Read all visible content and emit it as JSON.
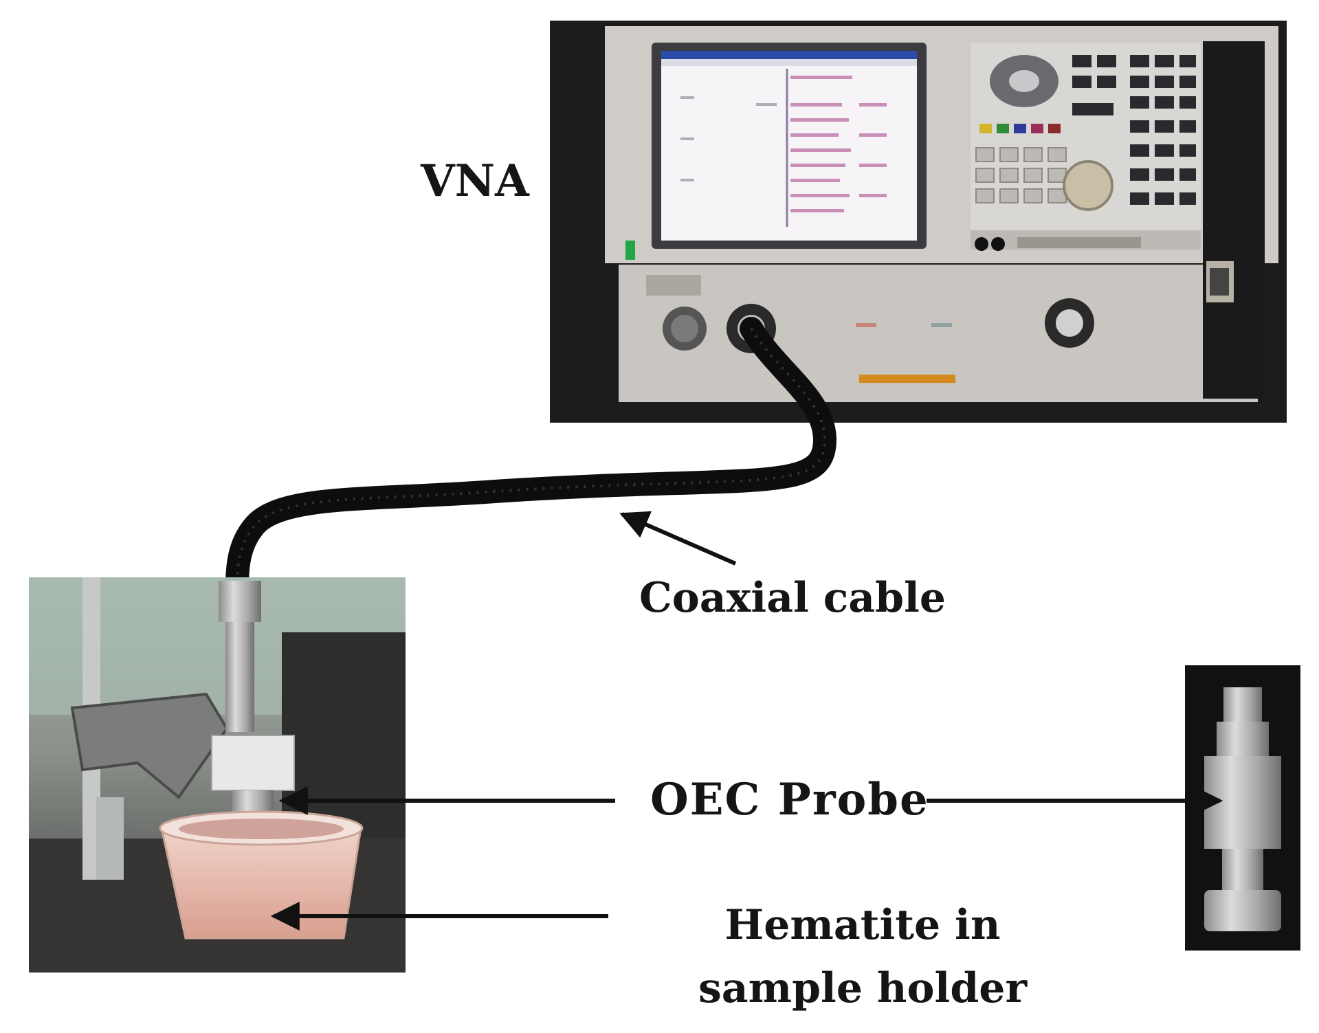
{
  "labels": {
    "vna": "VNA",
    "cable": "Coaxial cable",
    "probe": "OEC Probe",
    "sample": "Hematite in sample holder"
  },
  "colors": {
    "background": "#ffffff",
    "label_text": "#151515",
    "instrument_panel": "#d6d3d0",
    "screen": "#f4f2f6",
    "screen_trace": "#c98fb6",
    "cable": "#0d0d0d",
    "metal": "#b8b8b8",
    "sample": "#e9bcae"
  },
  "icons": [
    "vna-instrument",
    "coaxial-cable",
    "probe-setup-photo",
    "probe-closeup-photo",
    "arrow"
  ]
}
